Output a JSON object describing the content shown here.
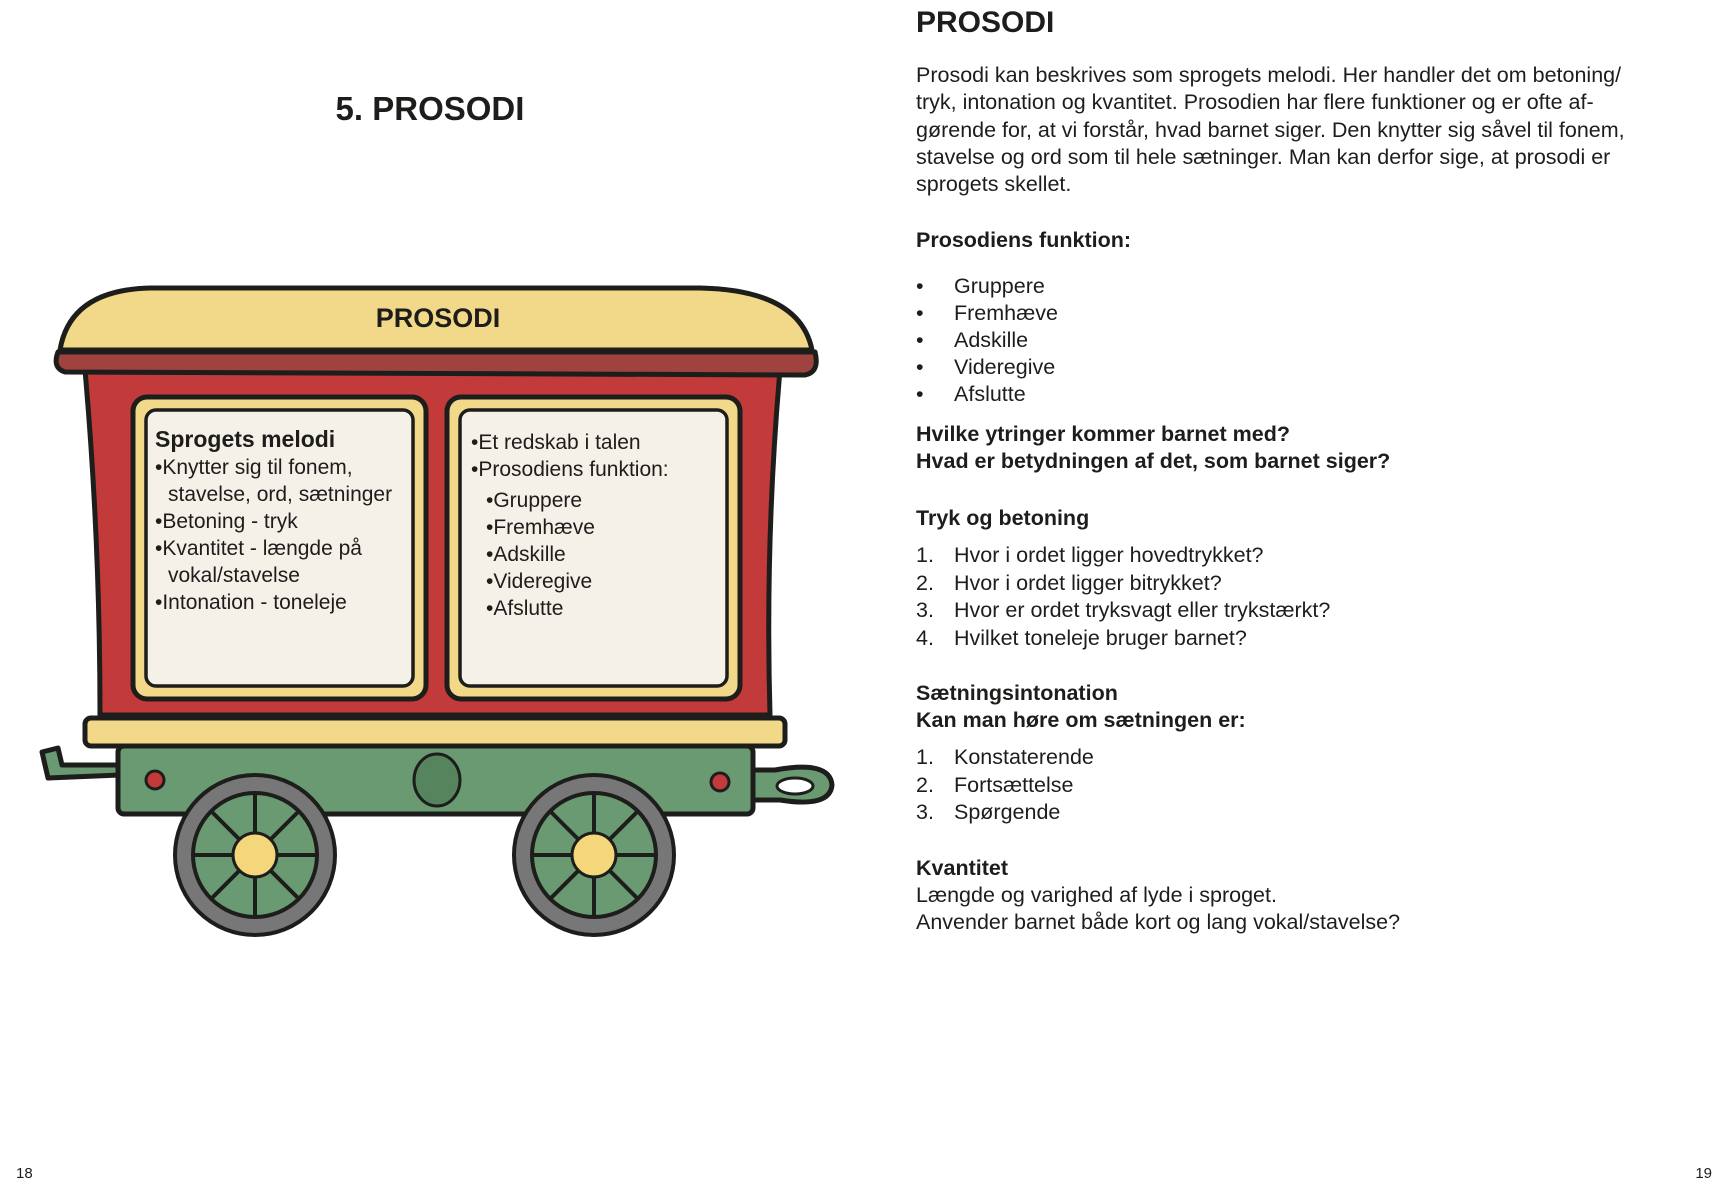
{
  "left_page": {
    "chapter_title": "5. PROSODI",
    "page_number": "18",
    "wagon": {
      "roof_label": "PROSODI",
      "left_window": {
        "heading": "Sprogets melodi",
        "lines": [
          "•Knytter sig til fonem,",
          "stavelse, ord, sætninger",
          "•Betoning - tryk",
          "•Kvantitet - længde på",
          "vokal/stavelse",
          "•Intonation - toneleje"
        ]
      },
      "right_window": {
        "items": [
          "•Et redskab i talen",
          "•Prosodiens funktion:"
        ],
        "subitems": [
          "•Gruppere",
          "•Fremhæve",
          "•Adskille",
          "•Videregive",
          "•Afslutte"
        ]
      },
      "colors": {
        "roof": "#f2d98a",
        "body": "#c23b3a",
        "trim": "#a04340",
        "window": "#f5f0e8",
        "chassis": "#6a9a72",
        "wheel": "#777777",
        "hub": "#f4d77a"
      }
    }
  },
  "right_page": {
    "title": "PROSODI",
    "page_number": "19",
    "intro": [
      "Prosodi kan beskrives som sprogets melodi. Her handler det om betoning/",
      "tryk, intonation og kvantitet. Prosodien har flere funktioner og er ofte af-",
      "gørende for, at vi forstår, hvad barnet siger. Den knytter sig såvel til fonem,",
      "stavelse og ord som til hele sætninger. Man kan derfor sige, at prosodi er",
      "sprogets skellet."
    ],
    "function_heading": "Prosodiens funktion:",
    "functions": [
      "Gruppere",
      "Fremhæve",
      "Adskille",
      "Videregive",
      "Afslutte"
    ],
    "questions": [
      "Hvilke ytringer kommer barnet med?",
      "Hvad er betydningen af det, som barnet siger?"
    ],
    "stress_heading": "Tryk og betoning",
    "stress_items": [
      {
        "n": "1.",
        "text": "Hvor i ordet ligger hovedtrykket?"
      },
      {
        "n": "2.",
        "text": "Hvor i ordet ligger bitrykket?"
      },
      {
        "n": "3.",
        "text": "Hvor er ordet tryksvagt eller trykstærkt?"
      },
      {
        "n": "4.",
        "text": "Hvilket toneleje bruger barnet?"
      }
    ],
    "intonation_heading": "Sætningsintonation",
    "intonation_sub": "Kan man høre om sætningen er:",
    "intonation_items": [
      {
        "n": "1.",
        "text": "Konstaterende"
      },
      {
        "n": "2.",
        "text": "Fortsættelse"
      },
      {
        "n": "3.",
        "text": "Spørgende"
      }
    ],
    "quantity_heading": "Kvantitet",
    "quantity_lines": [
      "Længde og varighed af lyde i sproget.",
      "Anvender barnet både kort og lang vokal/stavelse?"
    ]
  }
}
